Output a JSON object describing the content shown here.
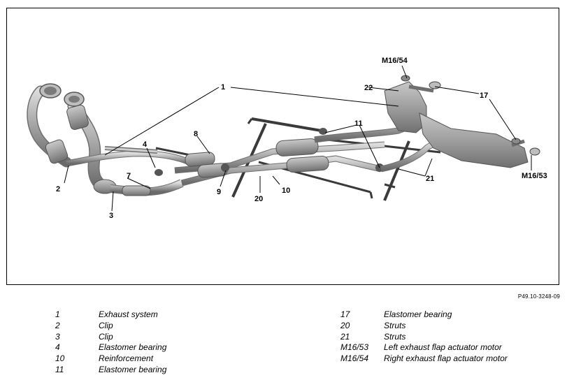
{
  "figure": {
    "reference": "P49.10-3248-09",
    "callouts": [
      "1",
      "2",
      "3",
      "4",
      "7",
      "8",
      "9",
      "10",
      "11",
      "17",
      "20",
      "21",
      "22",
      "M16/54",
      "M16/53"
    ]
  },
  "legend": {
    "left": [
      {
        "key": "1",
        "text": "Exhaust system"
      },
      {
        "key": "2",
        "text": "Clip"
      },
      {
        "key": "3",
        "text": "Clip"
      },
      {
        "key": "4",
        "text": "Elastomer bearing"
      },
      {
        "key": "10",
        "text": "Reinforcement"
      },
      {
        "key": "11",
        "text": "Elastomer bearing"
      }
    ],
    "right": [
      {
        "key": "17",
        "text": "Elastomer bearing"
      },
      {
        "key": "20",
        "text": "Struts"
      },
      {
        "key": "21",
        "text": "Struts"
      },
      {
        "key": "M16/53",
        "text": "Left exhaust flap actuator motor"
      },
      {
        "key": "M16/54",
        "text": "Right exhaust flap actuator motor"
      }
    ]
  },
  "colors": {
    "pipe": "#a4a4a4",
    "pipe_dark": "#6f6f6f",
    "pipe_light": "#d2d2d2",
    "strut": "#3a3a3a"
  }
}
